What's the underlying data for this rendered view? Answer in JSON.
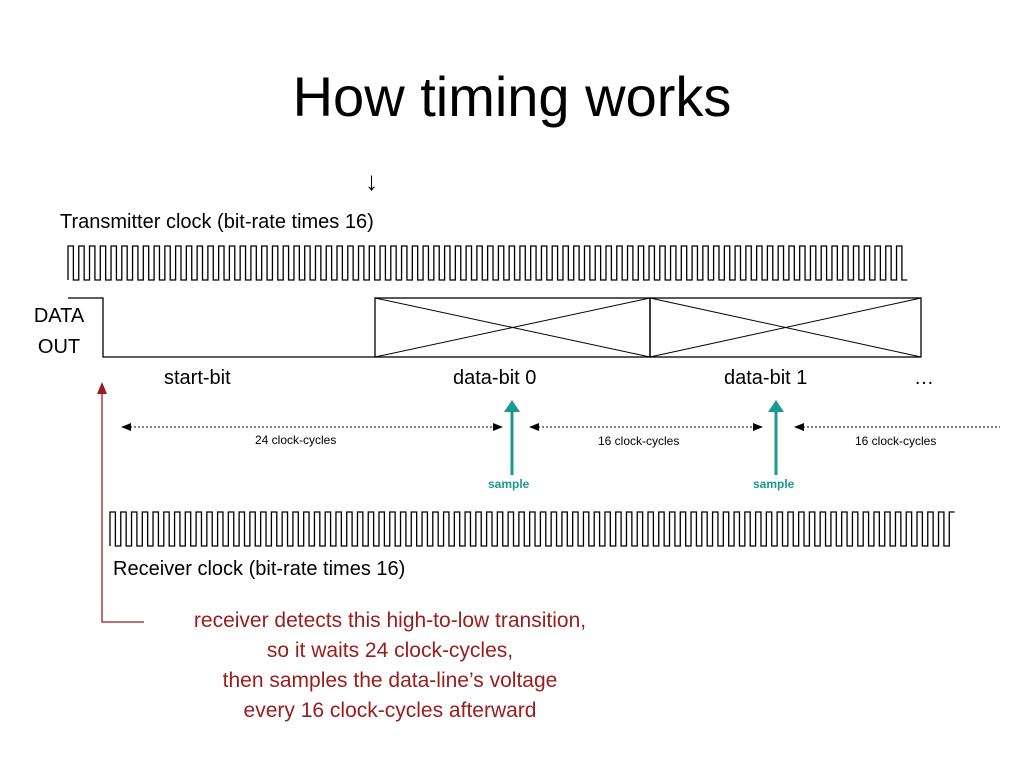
{
  "slide": {
    "title": "How timing works"
  },
  "labels": {
    "transmitter_clock": "Transmitter clock (bit-rate times 16)",
    "receiver_clock": "Receiver clock (bit-rate times 16)",
    "data_out_line1": "DATA",
    "data_out_line2": "OUT",
    "start_bit": "start-bit",
    "data_bit_0": "data-bit 0",
    "data_bit_1": "data-bit 1",
    "ellipsis": "…",
    "cycles_24": "24 clock-cycles",
    "cycles_16_a": "16 clock-cycles",
    "cycles_16_b": "16 clock-cycles",
    "sample_1": "sample",
    "sample_2": "sample",
    "down_arrow": "↓"
  },
  "note": {
    "lines": [
      "receiver detects this high-to-low transition,",
      "so it waits 24 clock-cycles,",
      "then samples the data-line’s voltage",
      "every 16 clock-cycles afterward"
    ]
  },
  "colors": {
    "sample_arrow": "#1a9a93",
    "note_text": "#9b1c1c",
    "note_arrow": "#9b1c1c"
  }
}
